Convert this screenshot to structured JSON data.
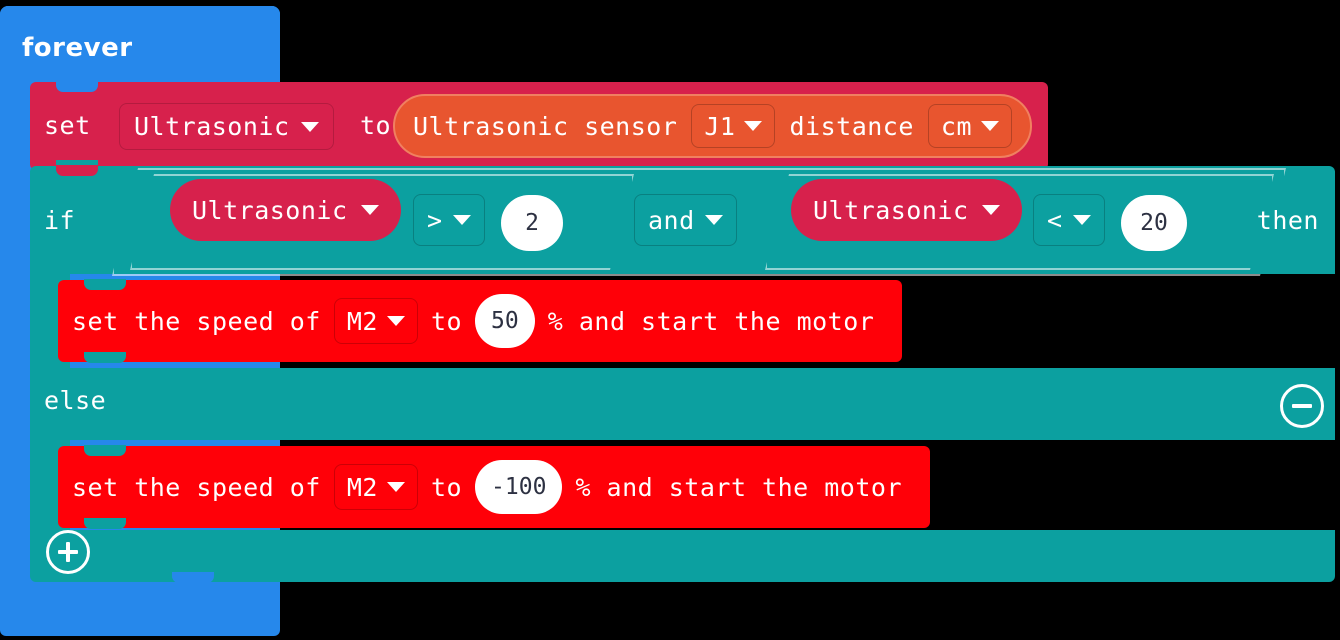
{
  "colors": {
    "loop_blue": "#2688EB",
    "variable_crimson": "#D7214C",
    "sensor_orange": "#E8552F",
    "logic_teal": "#0CA0A0",
    "motor_red": "#FF0008",
    "number_bubble": "#FFFFFF",
    "number_text": "#2D3142",
    "canvas": "#000000"
  },
  "program": {
    "loop": {
      "label": "forever"
    },
    "set_statement": {
      "set_label": "set",
      "variable": "Ultrasonic",
      "variable_caret": "chevron-down-icon",
      "to_label": "to",
      "value_block": {
        "prefix": "Ultrasonic sensor",
        "port": "J1",
        "port_caret": "chevron-down-icon",
        "middle": "distance",
        "unit": "cm",
        "unit_caret": "chevron-down-icon"
      }
    },
    "conditional": {
      "if_label": "if",
      "then_label": "then",
      "else_label": "else",
      "join_operator": "and",
      "join_caret": "chevron-down-icon",
      "comparisons": [
        {
          "variable": "Ultrasonic",
          "variable_caret": "chevron-down-icon",
          "operator": ">",
          "operator_caret": "chevron-down-icon",
          "value": "2"
        },
        {
          "variable": "Ultrasonic",
          "variable_caret": "chevron-down-icon",
          "operator": "<",
          "operator_caret": "chevron-down-icon",
          "value": "20"
        }
      ],
      "collapse_icon": "minus-circle-icon",
      "expand_icon": "plus-circle-icon"
    },
    "then_body": [
      {
        "prefix": "set the speed of",
        "motor": "M2",
        "motor_caret": "chevron-down-icon",
        "to_label": "to",
        "value": "50",
        "suffix": "% and start the motor"
      }
    ],
    "else_body": [
      {
        "prefix": "set the speed of",
        "motor": "M2",
        "motor_caret": "chevron-down-icon",
        "to_label": "to",
        "value": "-100",
        "suffix": "% and start the motor"
      }
    ]
  }
}
